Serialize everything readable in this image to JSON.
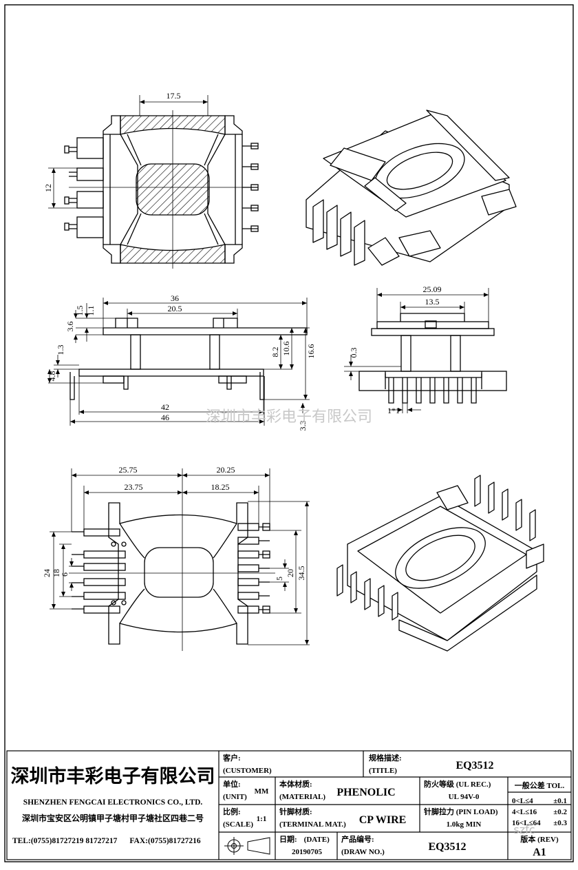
{
  "watermark": "深圳市丰彩电子有限公司",
  "site_watermark": "szfc",
  "company": {
    "name_cn": "深圳市丰彩电子有限公司",
    "name_en": "SHENZHEN FENGCAI ELECTRONICS CO., LTD.",
    "address": "深圳市宝安区公明镇甲子塘村甲子塘社区四巷二号",
    "tel_label": "TEL:",
    "tel": "(0755)81727219  81727217",
    "fax_label": "FAX:",
    "fax": "(0755)81727216"
  },
  "title_block": {
    "customer_cn": "客户:",
    "customer_en": "(CUSTOMER)",
    "title_cn": "规格描述:",
    "title_en": "(TITLE)",
    "title_value": "EQ3512",
    "unit_cn": "单位:",
    "unit_en": "(UNIT)",
    "unit_value": "MM",
    "material_cn": "本体材质:",
    "material_en": "(MATERIAL)",
    "material_value": "PHENOLIC",
    "flame_label": "防火等级 (UL REC.)",
    "flame_value": "UL 94V-0",
    "scale_cn": "比例:",
    "scale_en": "(SCALE)",
    "scale_value": "1:1",
    "terminal_cn": "针脚材质:",
    "terminal_en": "(TERMINAL MAT.)",
    "terminal_value": "CP WIRE",
    "pin_load_label": "针脚拉力 (PIN LOAD)",
    "pin_load_value": "1.0kg MIN",
    "date_cn": "日期:",
    "date_en": "(DATE)",
    "date_value": "20190705",
    "draw_cn": "产品编号:",
    "draw_en": "(DRAW NO.)",
    "draw_value": "EQ3512",
    "tolerance_title": "一般公差 TOL.",
    "tolerances": [
      {
        "range": "0<L≤4",
        "value": "±0.1"
      },
      {
        "range": "4<L≤16",
        "value": "±0.2"
      },
      {
        "range": "16<L≤64",
        "value": "±0.3"
      }
    ],
    "rev_label": "版本 (REV)",
    "rev_value": "A1"
  },
  "dimensions": {
    "top_width": "17.5",
    "top_height": "12",
    "front_total": "36",
    "front_inner": "20.5",
    "front_1_5": "1.5",
    "front_1_1": "1.1",
    "front_3_6": "3.6",
    "front_1_3": "1.3",
    "front_4_8": "4.8",
    "front_8_2": "8.2",
    "front_10_6": "10.6",
    "front_16_6": "16.6",
    "front_42": "42",
    "front_46": "46",
    "front_3_3": "3.3",
    "side_25_09": "25.09",
    "side_13_5": "13.5",
    "side_0_3": "0.3",
    "side_pitch": "1*1",
    "bot_25_75": "25.75",
    "bot_20_25": "20.25",
    "bot_23_75": "23.75",
    "bot_18_25": "18.25",
    "bot_24": "24",
    "bot_18": "18",
    "bot_6": "6",
    "bot_5": "5",
    "bot_20": "20",
    "bot_34_5": "34.5"
  }
}
